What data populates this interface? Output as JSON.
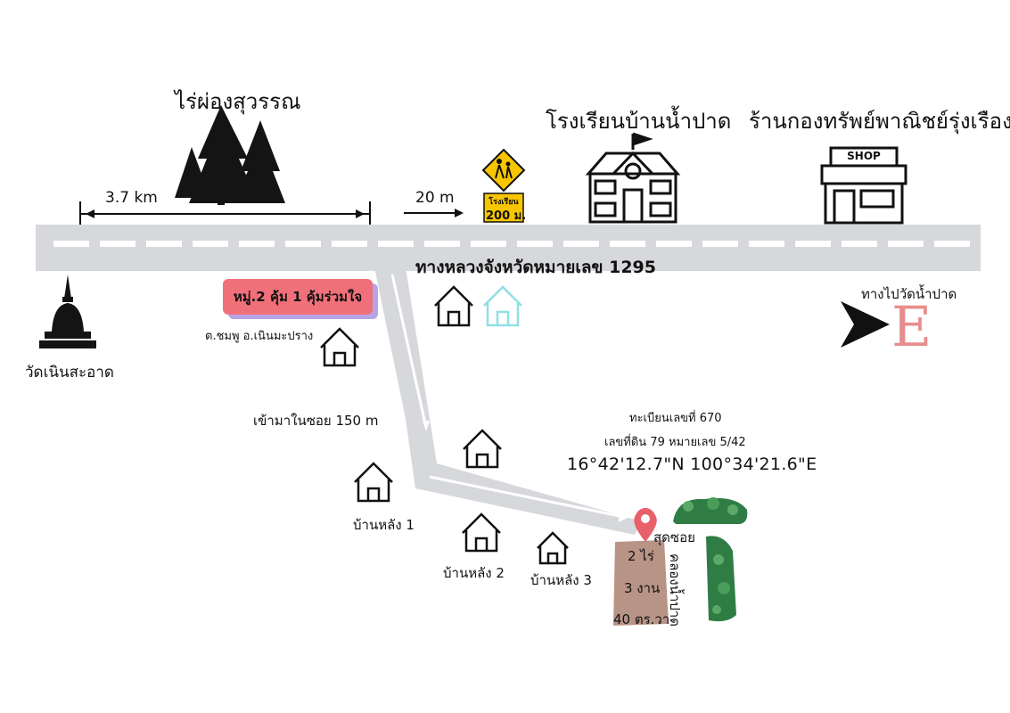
{
  "title_farm": "ไร่ผ่องสุวรรณ",
  "title_school": "โรงเรียนบ้านน้ำปาด",
  "title_shop": "ร้านกองทรัพย์พาณิชย์รุ่งเรือง",
  "distance_highway": "3.7 km",
  "distance_sign": "20 m",
  "school_sign": {
    "top": "โรงเรียน",
    "bottom": "200 ม."
  },
  "shop_sign": "SHOP",
  "road_name": "ทางหลวงจังหวัดหมายเลข 1295",
  "direction_label": "ทางไปวัดน้ำปาด",
  "direction_letter": "E",
  "temple_name": "วัดเนินสะอาด",
  "village": "หมู่.2 คุ้ม 1 คุ้มร่วมใจ",
  "subdistrict": "ต.ชมพู อ.เนินมะปราง",
  "soi_distance": "เข้ามาในซอย 150 m",
  "deed_no": "ทะเบียนเลขที่ 670",
  "land_no": "เลขที่ดิน 79 หมายเลข 5/42",
  "coordinates": "16°42'12.7\"N 100°34'21.6\"E",
  "end_label": "สุดซอย",
  "area": {
    "rai": "2 ไร่",
    "ngan": "3 งาน",
    "wa": "40 ตร.วา"
  },
  "canal": "คลองน้ำปาด",
  "houses": [
    "บ้านหลัง 1",
    "บ้านหลัง 2",
    "บ้านหลัง 3"
  ],
  "colors": {
    "road": "#d7d8dc",
    "village_box": "#f0707a",
    "plot": "#b89487",
    "pin": "#e8606a",
    "sign_yellow": "#f7c600",
    "trees": "#2f7d45"
  }
}
